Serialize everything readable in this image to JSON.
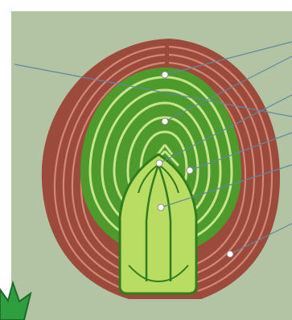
{
  "diagram": {
    "subject": "shoot-apex-cross-section",
    "colors": {
      "background": "#b3c4a5",
      "outer_scales": "#9c4a3b",
      "outer_scale_lines": "#d98f7c",
      "inner_layers": "#4f9a2c",
      "inner_layer_lines": "#c7e58a",
      "bud_fill": "#b9dd63",
      "bud_outline": "#2f7d1f",
      "leader_lines": "#5f88a0",
      "marker": "#ffffff",
      "corner_leaf": "#2f9e3e"
    },
    "markers": [
      {
        "id": "outer-inner-layer"
      },
      {
        "id": "middle-inner-layer"
      },
      {
        "id": "bud-tip"
      },
      {
        "id": "inner-ring"
      },
      {
        "id": "bud-center"
      },
      {
        "id": "outer-scale"
      }
    ]
  }
}
